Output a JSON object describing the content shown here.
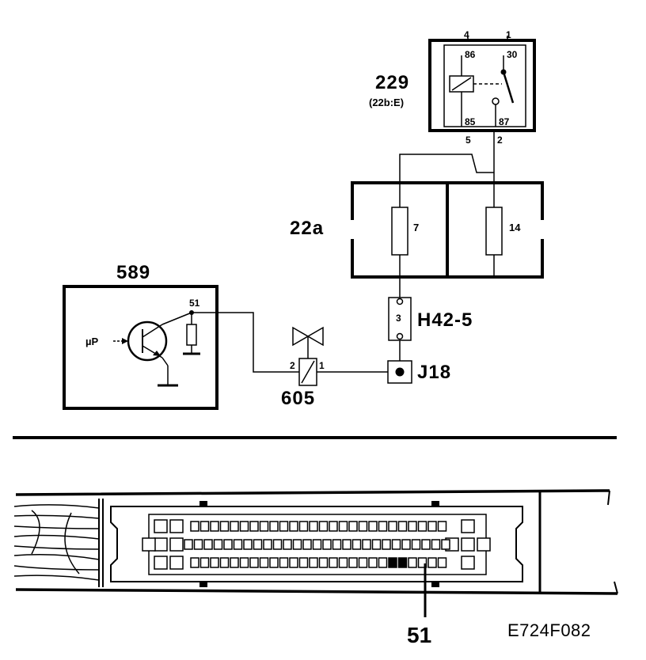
{
  "relay": {
    "label": "229",
    "sublabel": "(22b:E)",
    "pin_top_left": "4",
    "pin_top_right": "1",
    "term_86": "86",
    "term_30": "30",
    "term_85": "85",
    "term_87": "87",
    "pin_bottom_left": "5",
    "pin_bottom_right": "2"
  },
  "fusebox": {
    "label": "22a",
    "fuse_left": "7",
    "fuse_right": "14"
  },
  "connector_h42": {
    "label": "H42-5",
    "pin": "3"
  },
  "splice_j18": {
    "label": "J18"
  },
  "ecu": {
    "label": "589",
    "pin": "51",
    "input": "µP"
  },
  "valve": {
    "label": "605",
    "pin_left": "2",
    "pin_right": "1"
  },
  "pin_callout": "51",
  "figure_code": "E724F082"
}
